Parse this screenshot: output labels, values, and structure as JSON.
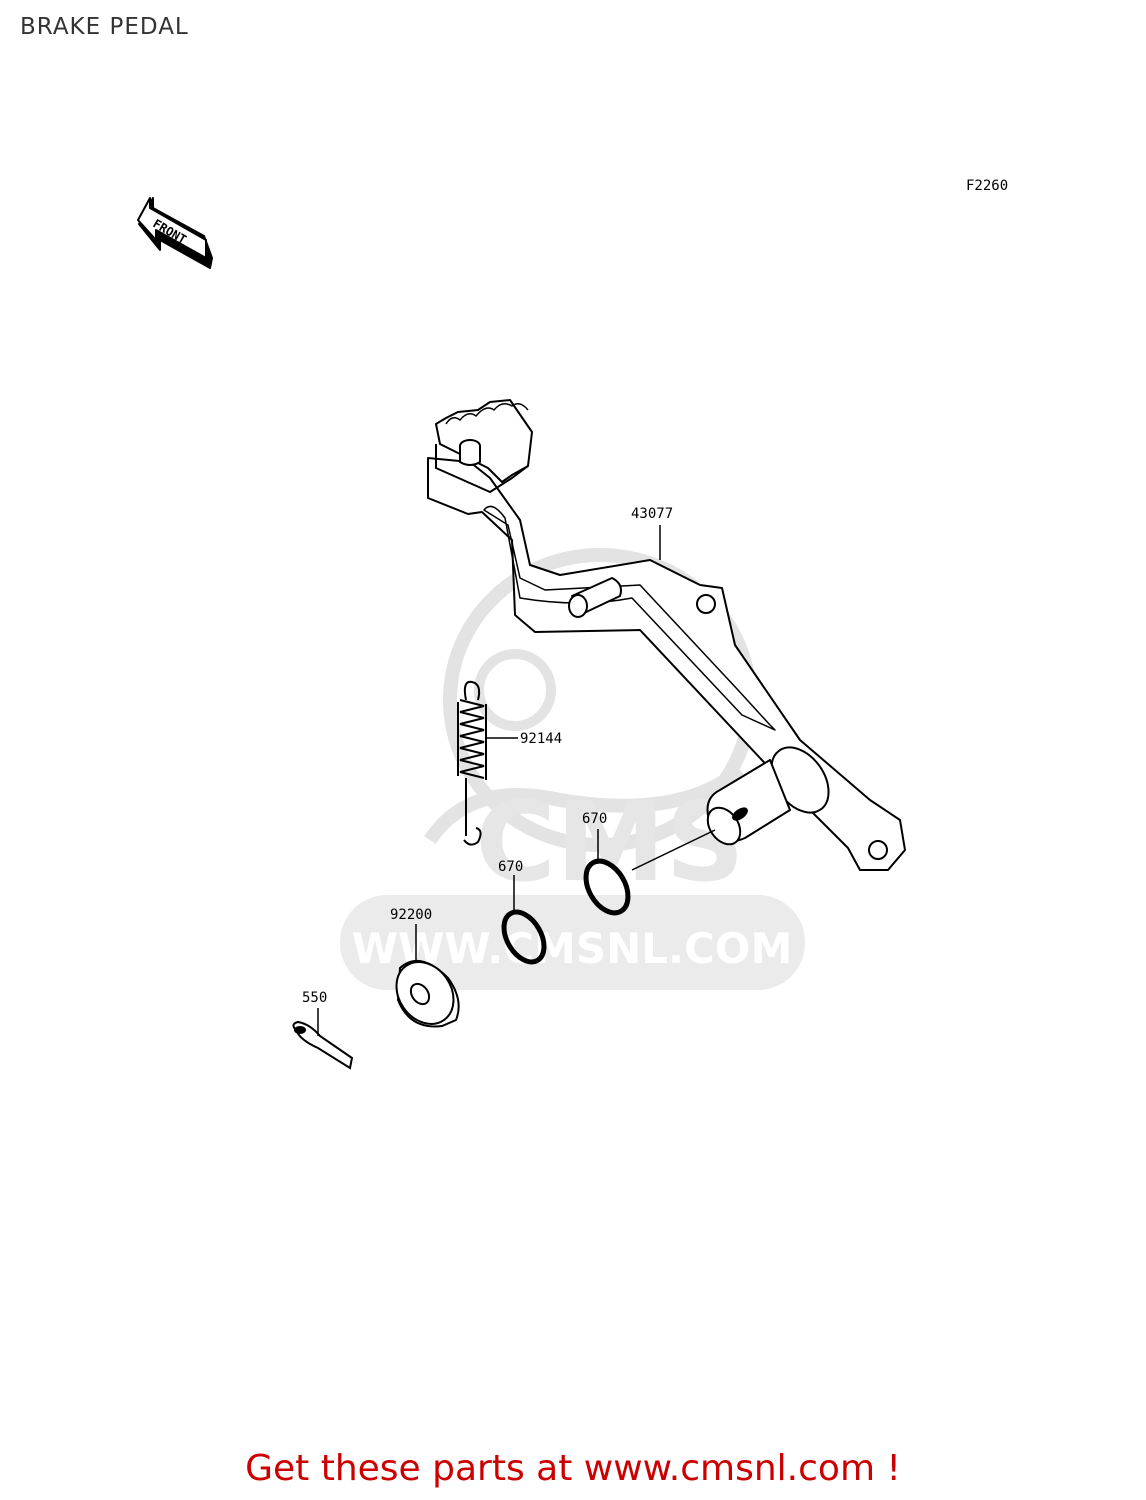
{
  "header": {
    "title": "BRAKE PEDAL"
  },
  "diagram": {
    "figure_code": "F2260",
    "direction_label": "FRONT",
    "watermark": {
      "brand": "CMS",
      "url": "WWW.CMSNL.COM",
      "color": "#e3e3e3"
    },
    "callouts": [
      {
        "part_no": "43077"
      },
      {
        "part_no": "92144"
      },
      {
        "part_no": "670"
      },
      {
        "part_no": "670"
      },
      {
        "part_no": "92200"
      },
      {
        "part_no": "550"
      }
    ]
  },
  "footer": {
    "cta_text": "Get these parts at www.cmsnl.com !",
    "cta_color": "#cc0000"
  }
}
